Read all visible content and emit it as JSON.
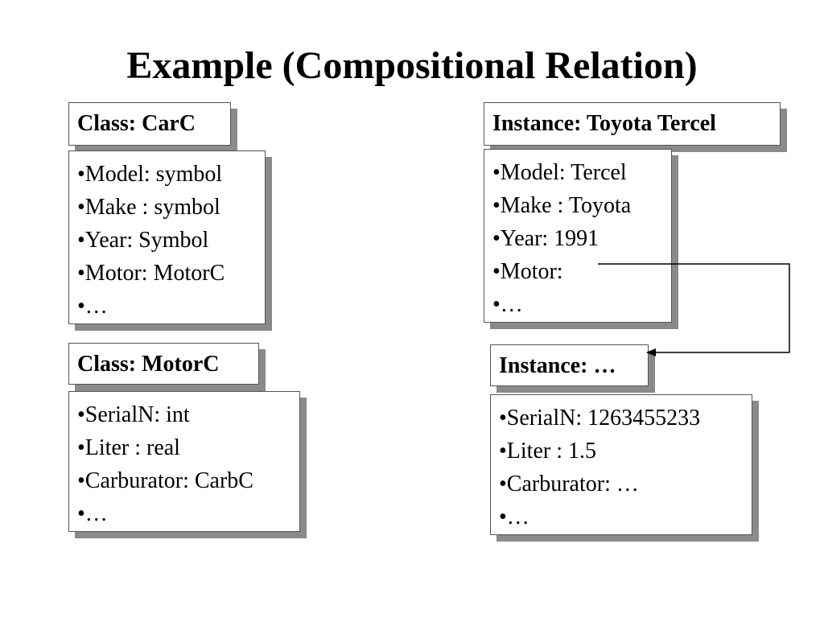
{
  "title": "Example (Compositional Relation)",
  "car_class": {
    "label": "Class: CarC",
    "fields": [
      "•Model: symbol",
      "•Make : symbol",
      "•Year: Symbol",
      "•Motor: MotorC",
      "•…"
    ]
  },
  "motor_class": {
    "label": "Class: MotorC",
    "fields": [
      "•SerialN: int",
      "•Liter : real",
      "•Carburator: CarbC",
      "•…"
    ]
  },
  "car_instance": {
    "label": "Instance: Toyota Tercel",
    "fields": [
      "•Model: Tercel",
      "•Make : Toyota",
      "•Year: 1991",
      "•Motor:",
      "•…"
    ]
  },
  "motor_instance": {
    "label": "Instance: …",
    "fields": [
      "•SerialN: 1263455233",
      "•Liter : 1.5",
      "•Carburator: …",
      "•…"
    ]
  }
}
